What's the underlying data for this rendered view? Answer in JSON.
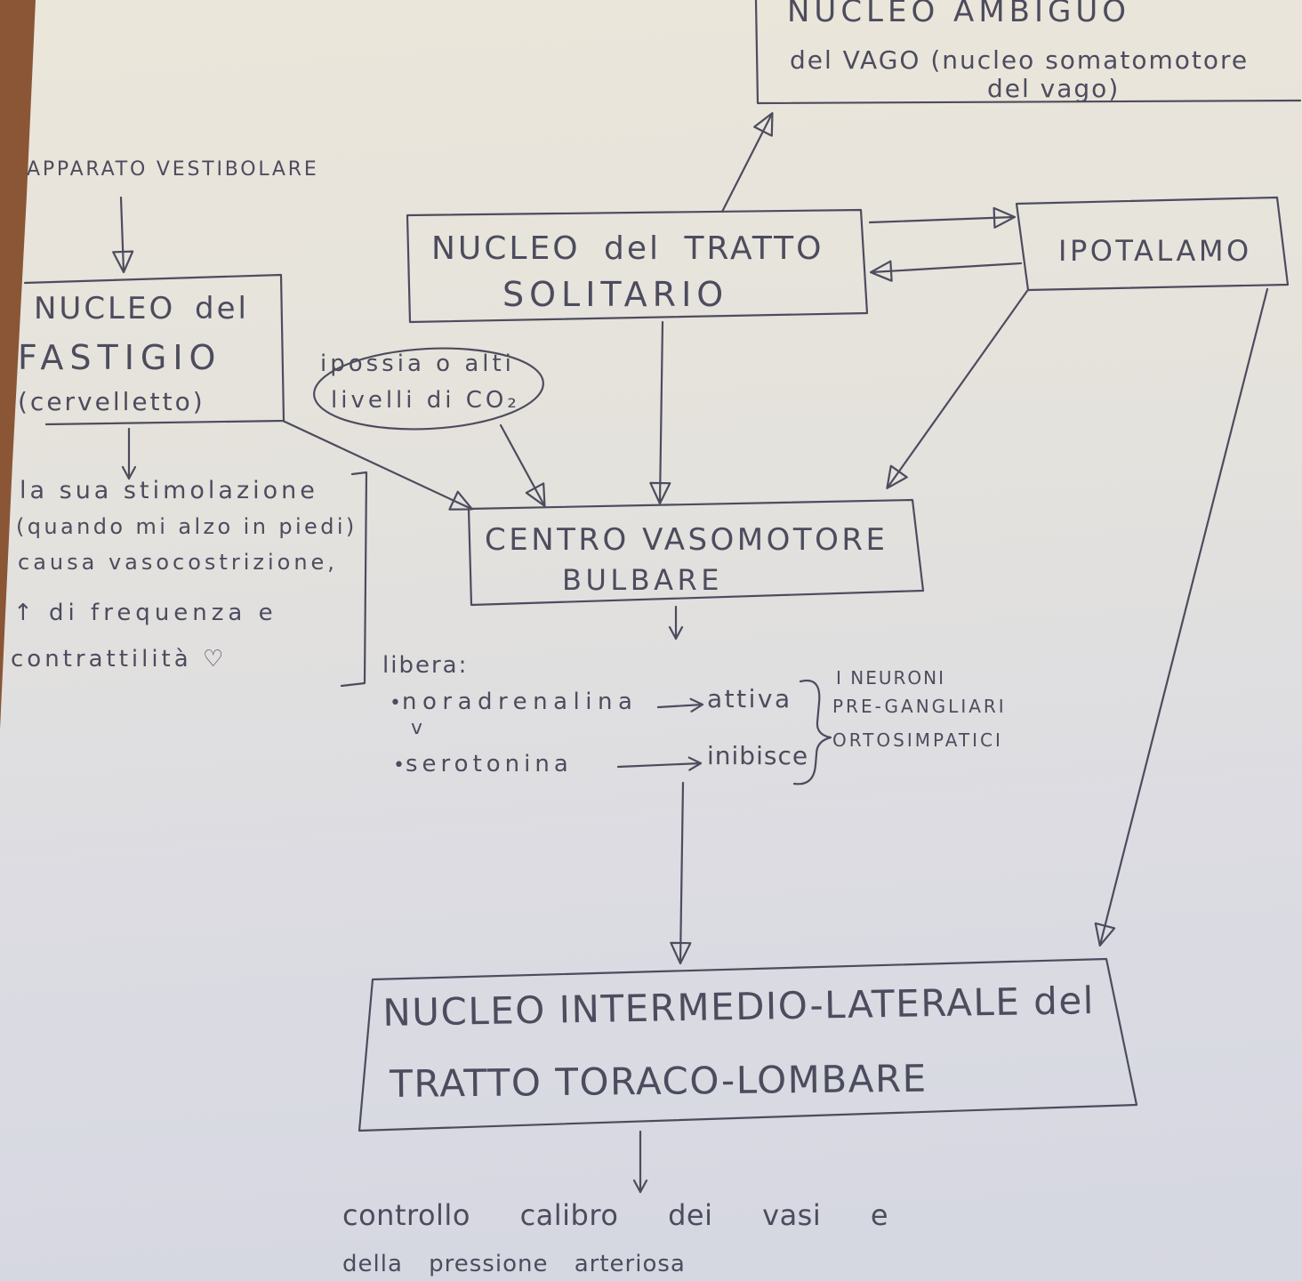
{
  "colors": {
    "ink": "#4d4c5e",
    "paper_top": "#ebe6da",
    "paper_mid": "#e4e2dd",
    "paper_bottom": "#d5d7e1",
    "table_edge": "#8a5636"
  },
  "icons": {
    "inline_arrow": "arrow-right-icon",
    "brace": "right-brace-icon",
    "bracket": "right-bracket-icon",
    "heart": "heart-icon"
  },
  "diagram": {
    "nucleo_ambiguo": {
      "line1": "NUCLEO AMBIGUO",
      "line2": "del VAGO (nucleo somatomotore",
      "line3": "del vago)"
    },
    "apparato_vestibolare": "APPARATO VESTIBOLARE",
    "nucleo_tratto_solitario": {
      "line1": "NUCLEO del TRATTO",
      "line2": "SOLITARIO"
    },
    "ipotalamo": "IPOTALAMO",
    "nucleo_fastigio": {
      "line1": "NUCLEO del",
      "line2": "FASTIGIO",
      "line3": "(cervelletto)"
    },
    "ipossia": {
      "line1": "ipossia o alti",
      "line2": "livelli di CO₂"
    },
    "stimolazione_note": [
      "la sua stimolazione",
      "(quando mi alzo in piedi)",
      "causa vasocostrizione,",
      "↑ di frequenza e",
      "contrattilità ♡"
    ],
    "centro_vasomotore": {
      "line1": "CENTRO VASOMOTORE",
      "line2": "BULBARE"
    },
    "libera": {
      "heading": "libera:",
      "items": [
        {
          "bullet": "•",
          "substance": "noradrenalina",
          "effect": "attiva"
        },
        {
          "bullet": "•",
          "substance": "serotonina",
          "effect": "inibisce"
        }
      ],
      "separator": "v",
      "target": [
        "I NEURONI",
        "PRE-GANGLIARI",
        "ORTOSIMPATICI"
      ]
    },
    "nucleo_intermedio_laterale": {
      "line1": "NUCLEO INTERMEDIO-LATERALE del",
      "line2": "TRATTO TORACO-LOMBARE"
    },
    "outcome": [
      "controllo calibro dei vasi e",
      "della pressione arteriosa"
    ]
  }
}
